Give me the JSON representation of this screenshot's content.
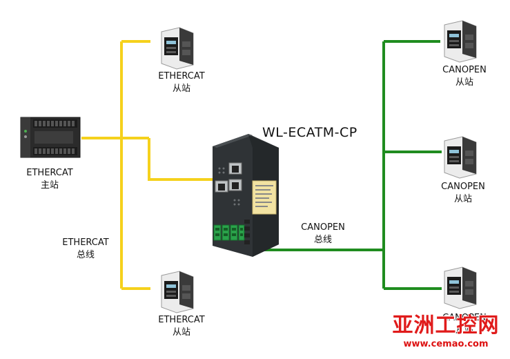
{
  "device_title": "WL-ECATM-CP",
  "master": {
    "line1": "ETHERCAT",
    "line2": "主站"
  },
  "ethercat_bus": {
    "line1": "ETHERCAT",
    "line2": "总线"
  },
  "canopen_bus": {
    "line1": "CANOPEN",
    "line2": "总线"
  },
  "ethercat_slaves": [
    {
      "line1": "ETHERCAT",
      "line2": "从站"
    },
    {
      "line1": "ETHERCAT",
      "line2": "从站"
    }
  ],
  "canopen_slaves": [
    {
      "line1": "CANOPEN",
      "line2": "从站"
    },
    {
      "line1": "CANOPEN",
      "line2": "从站"
    },
    {
      "line1": "CANOPEN",
      "line2": "从站"
    }
  ],
  "watermark": {
    "brand": "亚洲工控网",
    "url": "www.cemao.com"
  },
  "colors": {
    "ethercat_line": "#f5d11c",
    "canopen_line": "#1f8c1f",
    "gateway_label": "#f2e3a2"
  }
}
